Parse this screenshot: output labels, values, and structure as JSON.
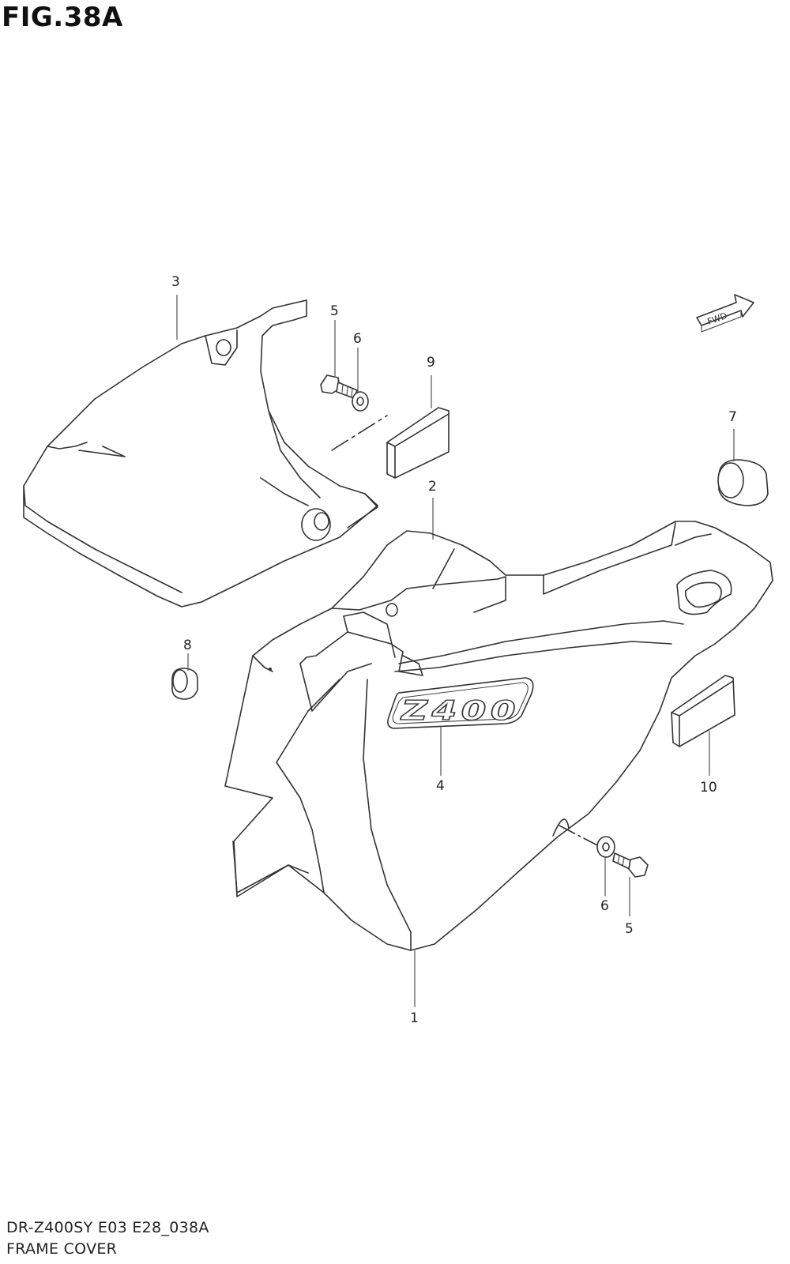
{
  "figure": {
    "title": "FIG.38A"
  },
  "fwd_label": "FWD",
  "emblem_text": "Z400",
  "callouts": [
    {
      "id": "1",
      "label": "1"
    },
    {
      "id": "2",
      "label": "2"
    },
    {
      "id": "3",
      "label": "3"
    },
    {
      "id": "4",
      "label": "4"
    },
    {
      "id": "5a",
      "label": "5"
    },
    {
      "id": "5b",
      "label": "5"
    },
    {
      "id": "6a",
      "label": "6"
    },
    {
      "id": "6b",
      "label": "6"
    },
    {
      "id": "7",
      "label": "7"
    },
    {
      "id": "8",
      "label": "8"
    },
    {
      "id": "9",
      "label": "9"
    },
    {
      "id": "10",
      "label": "10"
    }
  ],
  "footer": {
    "model_code": "DR-Z400SY E03 E28_038A",
    "section_name": "FRAME COVER"
  }
}
